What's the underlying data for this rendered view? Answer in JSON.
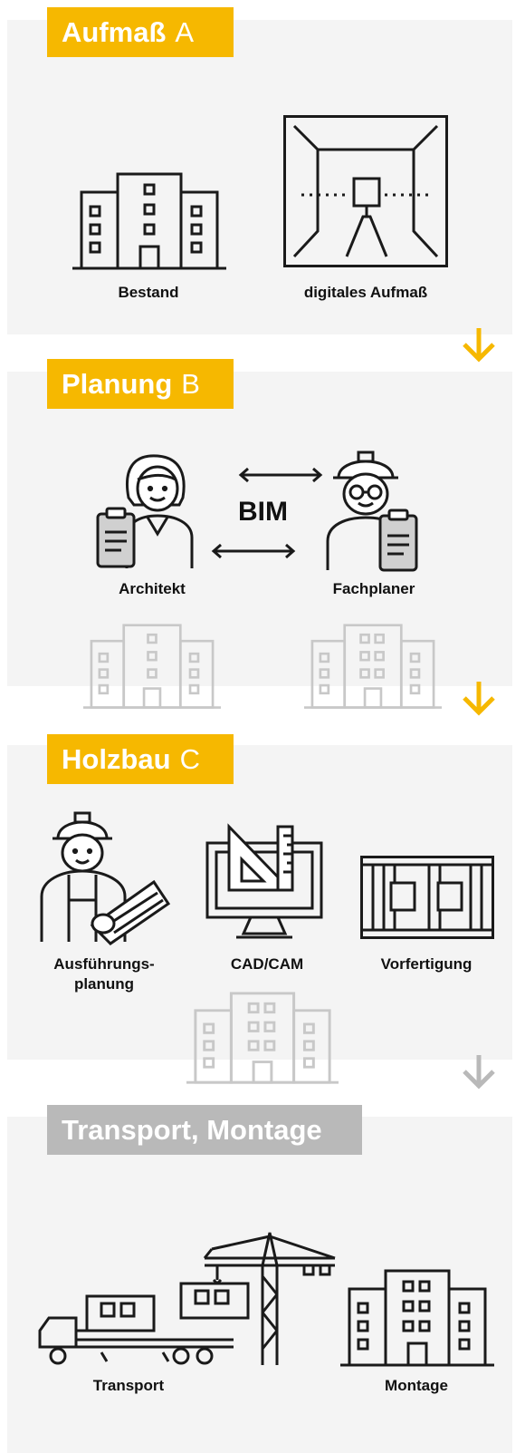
{
  "sections": {
    "a": {
      "title": "Aufmaß",
      "letter": "A",
      "captions": [
        "Bestand",
        "digitales Aufmaß"
      ]
    },
    "b": {
      "title": "Planung",
      "letter": "B",
      "captions": [
        "Architekt",
        "Fachplaner"
      ],
      "center_label": "BIM"
    },
    "c": {
      "title": "Holzbau",
      "letter": "C",
      "captions": [
        "Ausführungs-",
        "planung",
        "CAD/CAM",
        "Vorfertigung"
      ]
    },
    "d": {
      "title": "Transport, Montage",
      "captions": [
        "Transport",
        "Montage"
      ]
    }
  },
  "icons": {
    "bestand": "building-icon",
    "aufmass": "laser-scanner-icon",
    "architekt": "architect-icon",
    "fachplaner": "engineer-icon",
    "ausfuehrung": "worker-icon",
    "cadcam": "computer-cad-icon",
    "vorfertigung": "timber-frame-icon",
    "transport": "truck-icon",
    "montage": "crane-icon",
    "arrow": "arrow-down-icon"
  },
  "colors": {
    "accent": "#f6b800",
    "inactive": "#b9b9b9",
    "panel": "#f4f4f4",
    "ink": "#1a1a1a",
    "faded": "#c8c8c8"
  }
}
